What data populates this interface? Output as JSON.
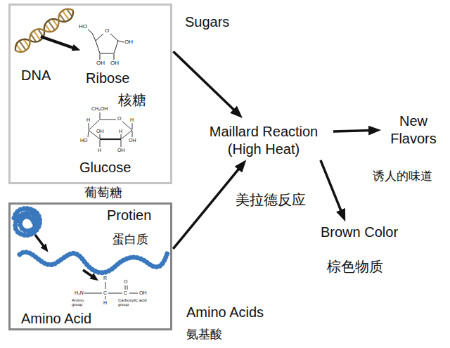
{
  "diagram": {
    "nodes": [
      {
        "text": [
          "DNA",
          "Ribose",
          "核糖",
          "Glucose",
          "葡萄糖"
        ]
      },
      {
        "text": [
          "Protien",
          "蛋白质",
          "Amino Acid"
        ]
      },
      {
        "text": [
          "Maillard Reaction (High Heat)",
          "美拉德反应"
        ]
      },
      {
        "text": [
          "New Flavors",
          "诱人的味道"
        ]
      },
      {
        "text": [
          "Brown Color",
          "棕色物质"
        ]
      }
    ],
    "edges": [
      {
        "from": 0,
        "to": 2,
        "arrow": "to"
      },
      {
        "from": 1,
        "to": 2,
        "arrow": "to"
      },
      {
        "from": 2,
        "to": 3,
        "arrow": "to"
      },
      {
        "from": 2,
        "to": 4,
        "arrow": "to"
      }
    ],
    "labels": [
      "Sugars",
      "HO",
      "O",
      "OH",
      "OH",
      "OH",
      "CH₂OH",
      "O",
      "H",
      "OH",
      "H",
      "OH",
      "OH",
      "H",
      "H",
      "HO",
      "R",
      "H₂N",
      "C",
      "C",
      "O",
      "OH",
      "H",
      "Amino group",
      "Carboxylic acid group",
      "Amino Acids",
      "氨基酸"
    ]
  }
}
